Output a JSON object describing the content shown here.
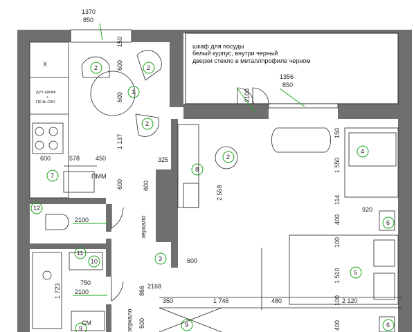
{
  "colors": {
    "wall": "#6f6f6f",
    "green": "#1aa51a",
    "line": "#222222"
  },
  "notes": {
    "line1": "шкаф для посуды",
    "line2": "белый курпус, внутри черный",
    "line3": "дверки стекло в металлпрофиле черном"
  },
  "furniture_numbers": {
    "n1": "1",
    "n2a": "2",
    "n2b": "2",
    "n2c": "2",
    "n2d": "2",
    "n3": "3",
    "n4": "4",
    "n5": "5",
    "n6a": "6",
    "n6b": "6",
    "n7": "7",
    "n8": "8",
    "n9a": "9",
    "n9b": "9",
    "n10": "10",
    "n11": "11",
    "n12": "12"
  },
  "labels": {
    "oven": "ДУХ.ШКАФ",
    "oven_plus": "+",
    "microwave": "ПЕЧЬ СВЧ",
    "fridge": "X",
    "dishwasher": "ПММ",
    "washer": "СМ",
    "mirror1": "зеркало",
    "mirror2": "зеркало"
  },
  "dimensions": {
    "d1370": "1370",
    "d850a": "850",
    "d150a": "150",
    "d600a": "600",
    "d600b": "600",
    "d1137": "1 137",
    "d600c": "600",
    "d578": "578",
    "d450": "450",
    "d600d": "600",
    "d325": "325",
    "d600e": "600",
    "d2100a": "2100",
    "d2100b": "2100",
    "d2558": "2 558",
    "d600f": "600",
    "d1356": "1356",
    "d850b": "850",
    "d150b": "150",
    "d1550": "1 550",
    "d114": "114",
    "d920": "920",
    "d400a": "400",
    "d100a": "100",
    "d1510": "1 510",
    "d100b": "100",
    "d750": "750",
    "d2100c": "2100",
    "d1723": "1 723",
    "d2168": "2168",
    "d866": "866",
    "d350": "350",
    "d1746": "1 746",
    "d480": "480",
    "d2120": "2 120",
    "d500": "500",
    "d400b": "400"
  }
}
